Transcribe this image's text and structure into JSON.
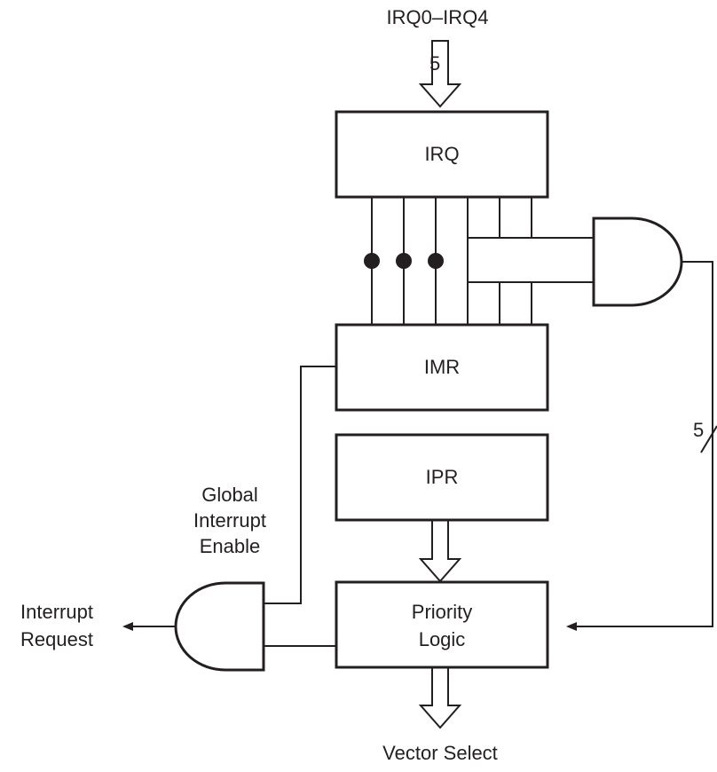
{
  "diagram": {
    "inputs_label": "IRQ0–IRQ4",
    "input_bus_width": "5",
    "blocks": {
      "irq": "IRQ",
      "imr": "IMR",
      "ipr": "IPR",
      "priority_logic_line1": "Priority",
      "priority_logic_line2": "Logic"
    },
    "feedback_bus_width": "5",
    "global_enable": {
      "line1": "Global",
      "line2": "Interrupt",
      "line3": "Enable"
    },
    "output_request": {
      "line1": "Interrupt",
      "line2": "Request"
    },
    "output_vector": "Vector Select"
  }
}
